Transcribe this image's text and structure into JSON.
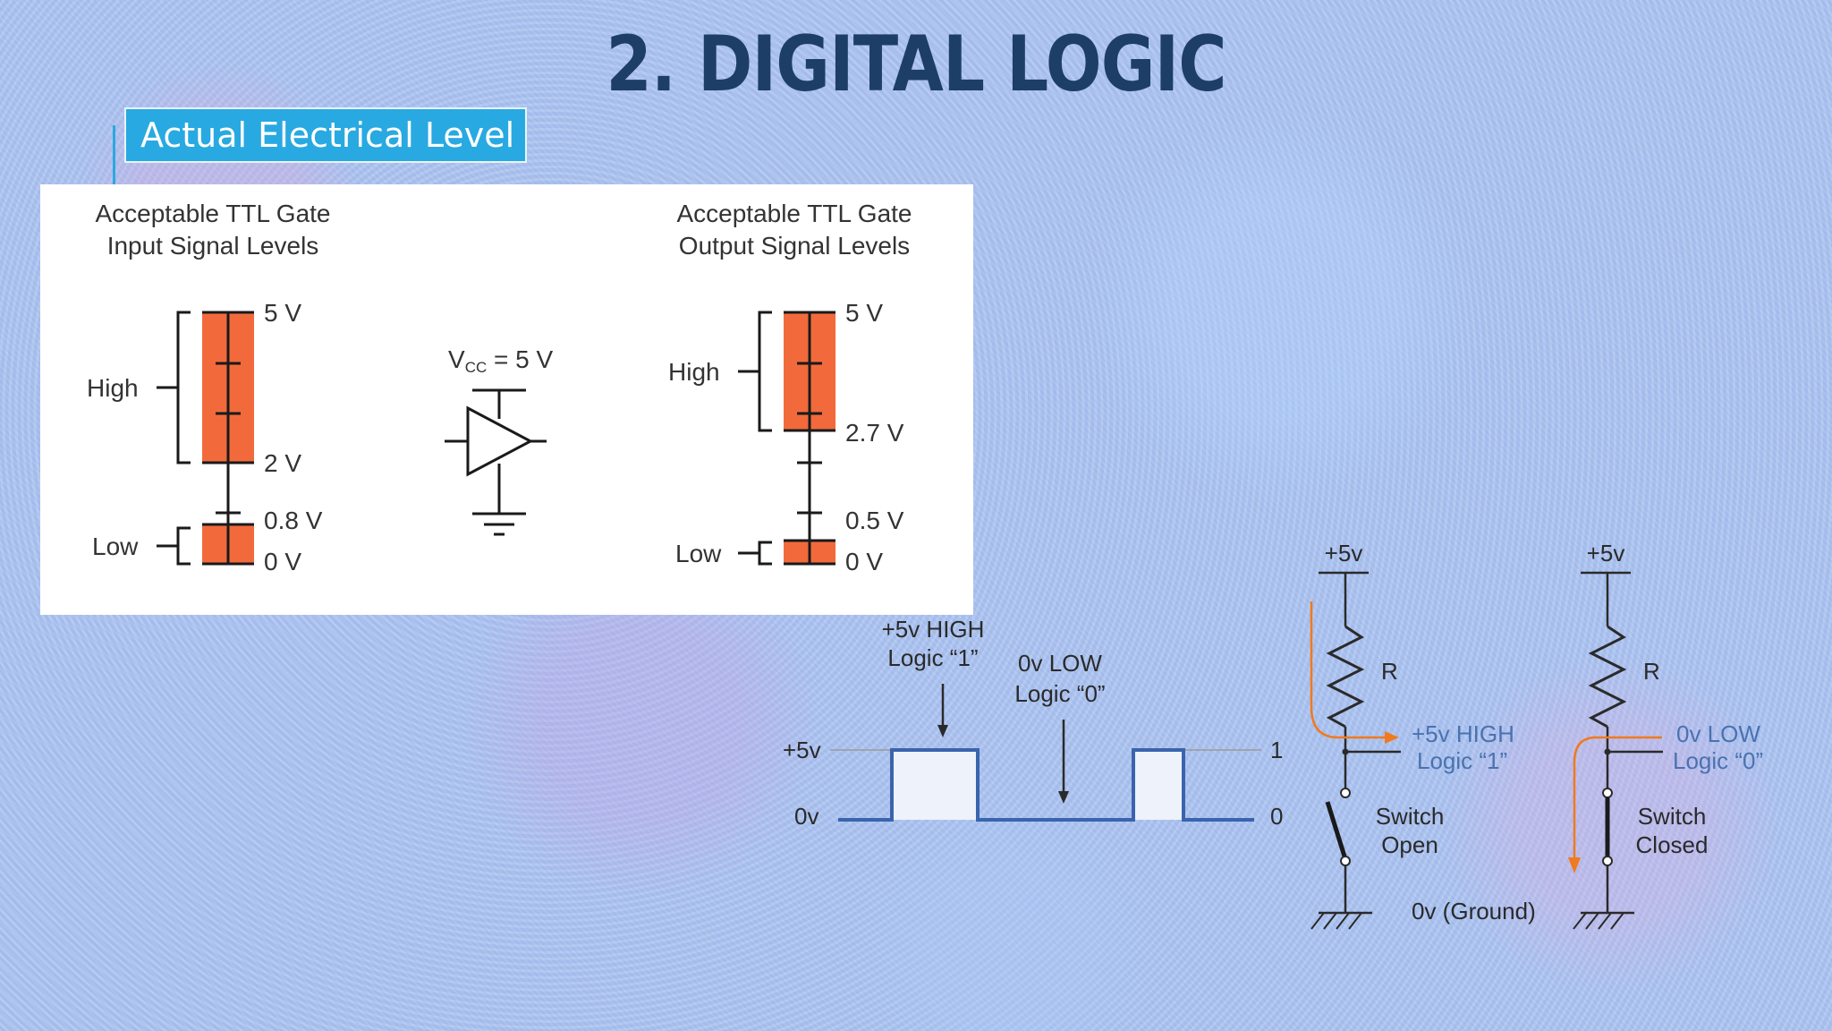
{
  "slide": {
    "title": "2. DIGITAL LOGIC",
    "section_label": "Actual Electrical Level"
  },
  "colors": {
    "title": "#1d3e66",
    "badge": "#29a9e1",
    "bar_fill": "#f26a3c",
    "waveform": "#3a64ad",
    "current_arrow": "#f07a1e",
    "blue_text": "#4a72b0"
  },
  "ttl": {
    "input": {
      "title_line1": "Acceptable TTL Gate",
      "title_line2": "Input Signal Levels",
      "high_label": "High",
      "low_label": "Low",
      "levels": [
        "5 V",
        "2 V",
        "0.8 V",
        "0 V"
      ]
    },
    "output": {
      "title_line1": "Acceptable TTL Gate",
      "title_line2": "Output Signal Levels",
      "high_label": "High",
      "low_label": "Low",
      "levels": [
        "5 V",
        "2.7 V",
        "0.5 V",
        "0 V"
      ]
    },
    "gate": {
      "vcc_main": "V",
      "vcc_sub": "CC",
      "vcc_value": " = 5 V"
    }
  },
  "waveform": {
    "high_line1": "+5v HIGH",
    "high_line2": "Logic “1”",
    "low_line1": "0v LOW",
    "low_line2": "Logic “0”",
    "y_high": "+5v",
    "y_low": "0v",
    "logic_one": "1",
    "logic_zero": "0"
  },
  "circuit_open": {
    "supply": "+5v",
    "resistor": "R",
    "output_line1": "+5v HIGH",
    "output_line2": "Logic “1”",
    "switch_line1": "Switch",
    "switch_line2": "Open",
    "ground": "0v (Ground)"
  },
  "circuit_closed": {
    "supply": "+5v",
    "resistor": "R",
    "output_line1": "0v LOW",
    "output_line2": "Logic “0”",
    "switch_line1": "Switch",
    "switch_line2": "Closed"
  }
}
